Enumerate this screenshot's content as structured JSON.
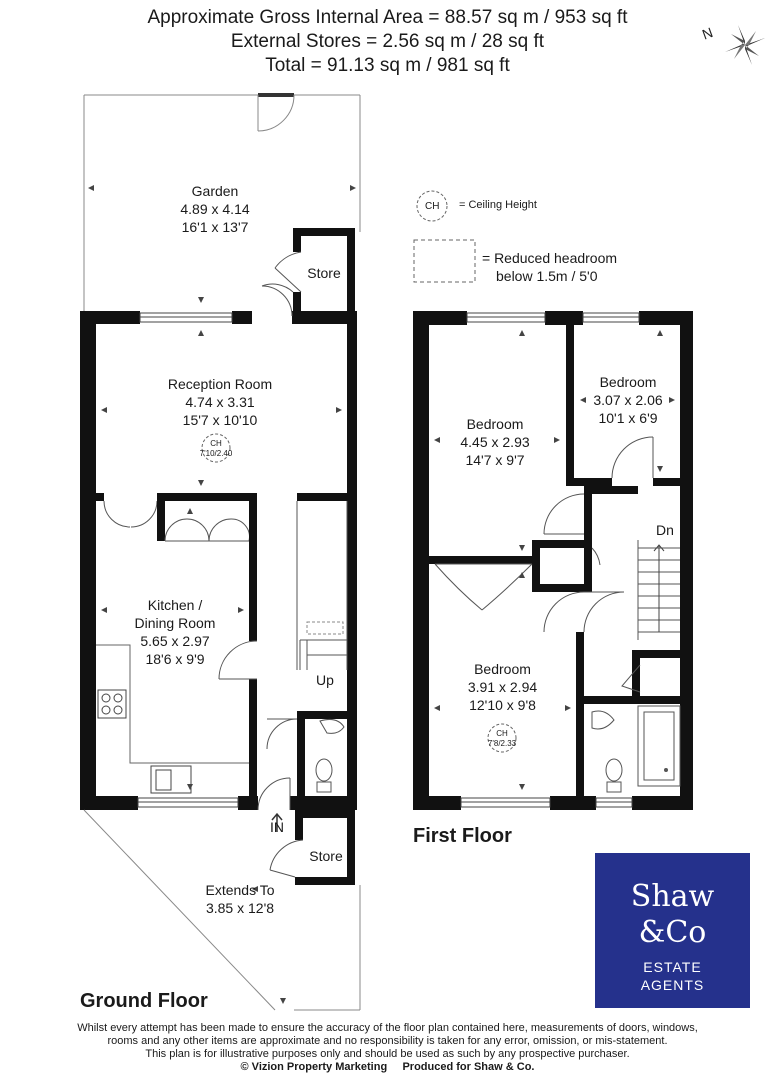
{
  "header": {
    "line1": "Approximate Gross Internal Area = 88.57 sq m / 953 sq ft",
    "line2": "External Stores = 2.56 sq m / 28 sq ft",
    "line3": "Total = 91.13 sq m / 981 sq ft"
  },
  "compass": {
    "letter": "N"
  },
  "legend": {
    "ch_symbol": "CH",
    "ch_label": "= Ceiling Height",
    "reduced_line1": "= Reduced headroom",
    "reduced_line2": "below 1.5m / 5'0"
  },
  "ground_floor": {
    "title": "Ground Floor",
    "garden": {
      "name": "Garden",
      "metric": "4.89 x 4.14",
      "imperial": "16'1 x 13'7"
    },
    "store_top": {
      "name": "Store"
    },
    "reception": {
      "name": "Reception Room",
      "metric": "4.74 x 3.31",
      "imperial": "15'7 x 10'10",
      "ch_label": "CH",
      "ch_value": "7'10/2.40"
    },
    "kitchen": {
      "name_line1": "Kitchen /",
      "name_line2": "Dining Room",
      "metric": "5.65 x 2.97",
      "imperial": "18'6 x 9'9"
    },
    "up": "Up",
    "in": "IN",
    "store_bottom": {
      "name": "Store"
    },
    "extends": {
      "name": "Extends To",
      "value": "3.85 x 12'8"
    }
  },
  "first_floor": {
    "title": "First Floor",
    "bedroom1": {
      "name": "Bedroom",
      "metric": "4.45 x 2.93",
      "imperial": "14'7 x 9'7"
    },
    "bedroom2": {
      "name": "Bedroom",
      "metric": "3.07 x 2.06",
      "imperial": "10'1 x 6'9"
    },
    "bedroom3": {
      "name": "Bedroom",
      "metric": "3.91 x 2.94",
      "imperial": "12'10 x 9'8",
      "ch_label": "CH",
      "ch_value": "7'8/2.33"
    },
    "dn": "Dn"
  },
  "logo": {
    "line1": "Shaw",
    "line2": "&Co",
    "line3": "ESTATE",
    "line4": "AGENTS",
    "color": "#25318c"
  },
  "footer": {
    "line1": "Whilst every attempt has been made to ensure the accuracy of the floor plan contained here, measurements of doors, windows,",
    "line2": "rooms and any other items are approximate and no responsibility is taken for any error, omission, or mis-statement.",
    "line3": "This plan is for illustrative purposes only and should be used as such by any prospective purchaser.",
    "credit1": "© Vizion Property Marketing",
    "credit2": "Produced for Shaw & Co."
  }
}
